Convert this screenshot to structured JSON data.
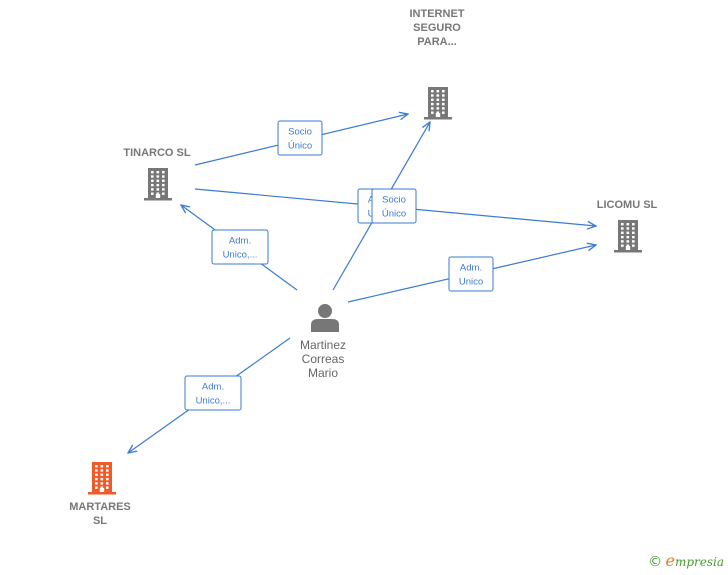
{
  "colors": {
    "edge": "#3a7bd5",
    "company_icon": "#777777",
    "highlight_company_icon": "#f05a28",
    "person_icon": "#777777",
    "label_text": "#777777"
  },
  "nodes": {
    "internet": {
      "label_lines": [
        "INTERNET",
        "SEGURO",
        "PARA..."
      ],
      "icon": "building-icon"
    },
    "tinarco": {
      "label_lines": [
        "TINARCO  SL"
      ],
      "icon": "building-icon"
    },
    "licomu": {
      "label_lines": [
        "LICOMU  SL"
      ],
      "icon": "building-icon"
    },
    "person": {
      "label_lines": [
        "Martinez",
        "Correas",
        "Mario"
      ],
      "icon": "person-icon"
    },
    "martares": {
      "label_lines": [
        "MARTARES",
        "SL"
      ],
      "icon": "building-icon",
      "highlighted": true
    }
  },
  "edges": [
    {
      "id": "tinarco-internet",
      "label_lines": [
        "Socio",
        "Único"
      ]
    },
    {
      "id": "tinarco-licomu",
      "label_lines": [
        "Socio",
        "Único"
      ]
    },
    {
      "id": "person-internet",
      "label_lines": [
        "A",
        "U"
      ]
    },
    {
      "id": "person-tinarco",
      "label_lines": [
        "Adm.",
        "Unico,..."
      ]
    },
    {
      "id": "person-licomu",
      "label_lines": [
        "Adm.",
        "Unico"
      ]
    },
    {
      "id": "person-martares",
      "label_lines": [
        "Adm.",
        "Unico,..."
      ]
    }
  ],
  "brand": {
    "copyright": "©",
    "initial": "e",
    "rest": "mpresia"
  }
}
